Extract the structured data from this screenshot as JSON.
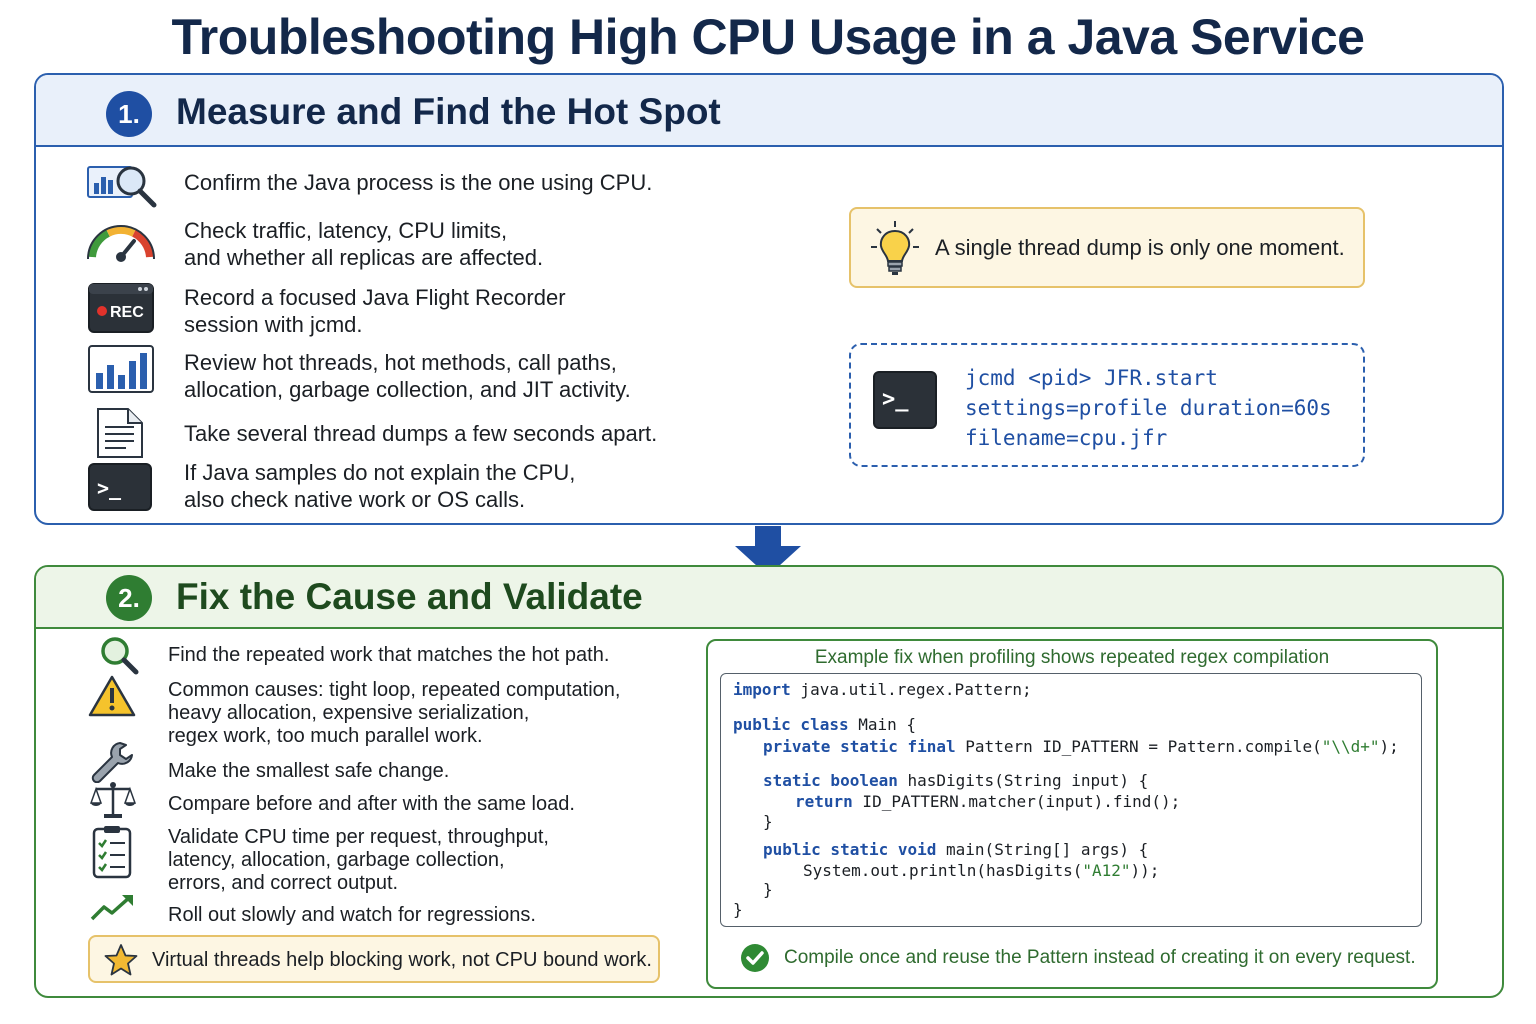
{
  "title": "Troubleshooting High CPU Usage in a Java Service",
  "colors": {
    "step1_accent": "#1f4fa3",
    "step2_accent": "#2f7d32",
    "tip_background": "#fdf6e3",
    "code_keyword": "#1f4fa3",
    "code_string": "#2f7d32"
  },
  "step1": {
    "number": "1.",
    "title": "Measure and Find the Hot Spot",
    "items": [
      {
        "icon": "chart-magnifier-icon",
        "text_lines": [
          "Confirm the Java process is the one using CPU."
        ]
      },
      {
        "icon": "speedometer-icon",
        "text_lines": [
          "Check traffic, latency, CPU limits,",
          "and whether all replicas are affected."
        ]
      },
      {
        "icon": "record-icon",
        "icon_label": "REC",
        "text_lines": [
          "Record a focused Java Flight Recorder",
          "session with jcmd."
        ]
      },
      {
        "icon": "bar-chart-icon",
        "text_lines": [
          "Review hot threads, hot methods, call paths,",
          "allocation, garbage collection, and JIT activity."
        ]
      },
      {
        "icon": "document-icon",
        "text_lines": [
          "Take several thread dumps a few seconds apart."
        ]
      },
      {
        "icon": "terminal-icon",
        "icon_label": ">_",
        "text_lines": [
          "If Java samples do not explain the CPU,",
          "also check native work or OS calls."
        ]
      }
    ],
    "tip": {
      "icon": "lightbulb-icon",
      "text": "A single thread dump is only one moment."
    },
    "command": {
      "icon": "terminal-icon",
      "icon_label": ">_",
      "lines": [
        "jcmd <pid> JFR.start",
        "settings=profile duration=60s",
        "filename=cpu.jfr"
      ]
    }
  },
  "step2": {
    "number": "2.",
    "title": "Fix the Cause and Validate",
    "items": [
      {
        "icon": "search-icon",
        "text_lines": [
          "Find the repeated work that matches the hot path."
        ]
      },
      {
        "icon": "warning-icon",
        "text_lines": [
          "Common causes: tight loop, repeated computation,",
          "heavy allocation, expensive serialization,",
          "regex work, too much parallel work."
        ]
      },
      {
        "icon": "wrench-icon",
        "text_lines": [
          "Make the smallest safe change."
        ]
      },
      {
        "icon": "scales-icon",
        "text_lines": [
          "Compare before and after with the same load."
        ]
      },
      {
        "icon": "checklist-icon",
        "text_lines": [
          "Validate CPU time per request, throughput,",
          "latency, allocation, garbage collection,",
          "errors, and correct output."
        ]
      },
      {
        "icon": "trend-up-icon",
        "text_lines": [
          "Roll out slowly and watch for regressions."
        ]
      }
    ],
    "note": {
      "icon": "star-icon",
      "text": "Virtual threads help blocking work, not CPU bound work."
    },
    "code_example": {
      "caption": "Example fix when profiling shows repeated regex compilation",
      "code": {
        "l1": {
          "a": "import",
          "b": " java.util.regex.Pattern;"
        },
        "l2": {
          "a": "public class",
          "b": " Main {"
        },
        "l3": {
          "a": "private static final",
          "b": " Pattern ID_PATTERN = Pattern.compile(",
          "c": "\"\\\\d+\"",
          "d": ");"
        },
        "l4": {
          "a": "static boolean",
          "b": " hasDigits(String input) {"
        },
        "l5": {
          "a": "return",
          "b": " ID_PATTERN.matcher(input).find();"
        },
        "l6": {
          "b": "}"
        },
        "l7": {
          "a": "public static void",
          "b": " main(String[] args) {"
        },
        "l8": {
          "b": "System.out.println(hasDigits(",
          "c": "\"A12\"",
          "d": "));"
        },
        "l9": {
          "b": "}"
        },
        "l10": {
          "b": "}"
        }
      },
      "result": {
        "icon": "check-circle-icon",
        "text": "Compile once and reuse the Pattern instead of creating it on every request."
      }
    }
  }
}
